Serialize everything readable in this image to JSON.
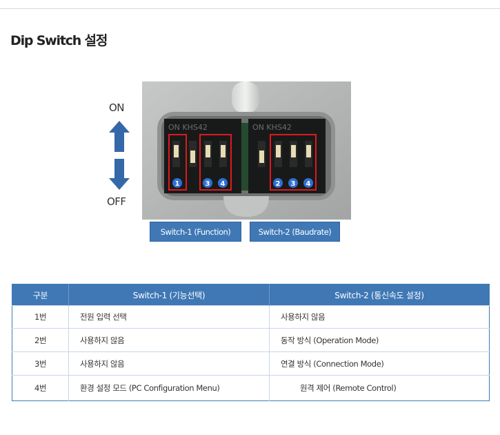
{
  "page": {
    "title": "Dip Switch 설정"
  },
  "indicator": {
    "on_label": "ON",
    "off_label": "OFF"
  },
  "photo": {
    "switch1_print": "ON KHS42",
    "switch2_print": "ON KHS42",
    "switch1_marked": [
      "1",
      "3",
      "4"
    ],
    "switch2_marked": [
      "2",
      "3",
      "4"
    ]
  },
  "captions": {
    "switch1": "Switch-1 (Function)",
    "switch2": "Switch-2 (Baudrate)"
  },
  "table": {
    "headers": [
      "구분",
      "Switch-1 (기능선택)",
      "Switch-2 (통신속도 설정)"
    ],
    "rows": [
      {
        "no": "1번",
        "s1": "전원 입력 선택",
        "s2": "사용하지 않음"
      },
      {
        "no": "2번",
        "s1": "사용하지 않음",
        "s2": "동작 방식 (Operation Mode)"
      },
      {
        "no": "3번",
        "s1": "사용하지 않음",
        "s2": "연결 방식 (Connection Mode)"
      },
      {
        "no": "4번",
        "s1": "환경 설정 모드 (PC Configuration Menu)",
        "s2": "원격 제어 (Remote Control)"
      }
    ]
  },
  "colors": {
    "accent": "#3f78b5",
    "marker_red": "#e0181e",
    "marker_blue": "#2f6fd0"
  }
}
